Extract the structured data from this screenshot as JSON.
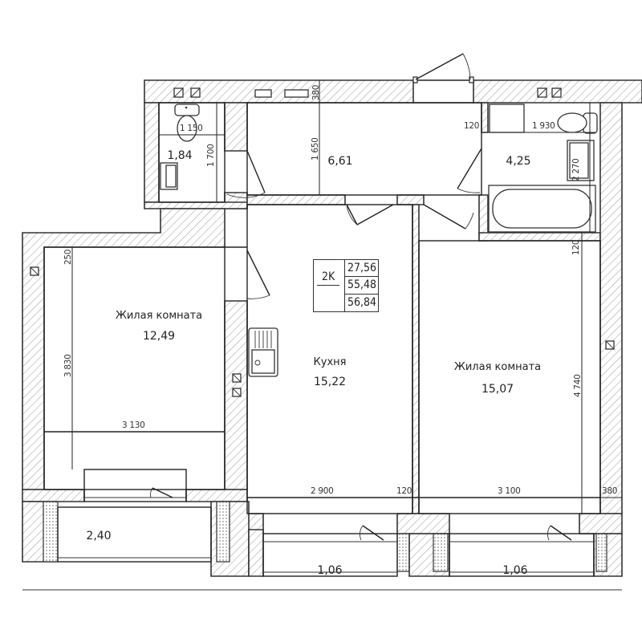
{
  "plan": {
    "type_label": "2K",
    "areas_table": {
      "living_area": "27,56",
      "total_area": "55,48",
      "total_with_balconies": "56,84"
    }
  },
  "rooms": {
    "toilet": {
      "name": "",
      "area": "1,84"
    },
    "hall": {
      "name": "",
      "area": "6,61"
    },
    "bathroom": {
      "name": "",
      "area": "4,25"
    },
    "living_room_1": {
      "name": "Жилая комната",
      "area": "12,49"
    },
    "kitchen": {
      "name": "Кухня",
      "area": "15,22"
    },
    "living_room_2": {
      "name": "Жилая комната",
      "area": "15,07"
    },
    "loggia_1": {
      "name": "",
      "area": "2,40"
    },
    "balcony_1": {
      "name": "",
      "area": "1,06"
    },
    "balcony_2": {
      "name": "",
      "area": "1,06"
    }
  },
  "dimensions": {
    "toilet_width": "1 150",
    "toilet_depth": "1 700",
    "hall_depth": "1 650",
    "top_wall": "380",
    "bath_partition": "120",
    "bath_width": "1 930",
    "bath_depth": "2 270",
    "bath_bottom_wall": "120",
    "room1_offset": "250",
    "room1_depth": "3 830",
    "room1_width": "3 130",
    "kitchen_width": "2 900",
    "kitchen_partition": "120",
    "room2_width": "3 100",
    "room2_depth": "4 740",
    "right_wall": "380"
  },
  "colors": {
    "line": "#222222",
    "hatch": "#9a9a9a",
    "background": "#ffffff"
  }
}
